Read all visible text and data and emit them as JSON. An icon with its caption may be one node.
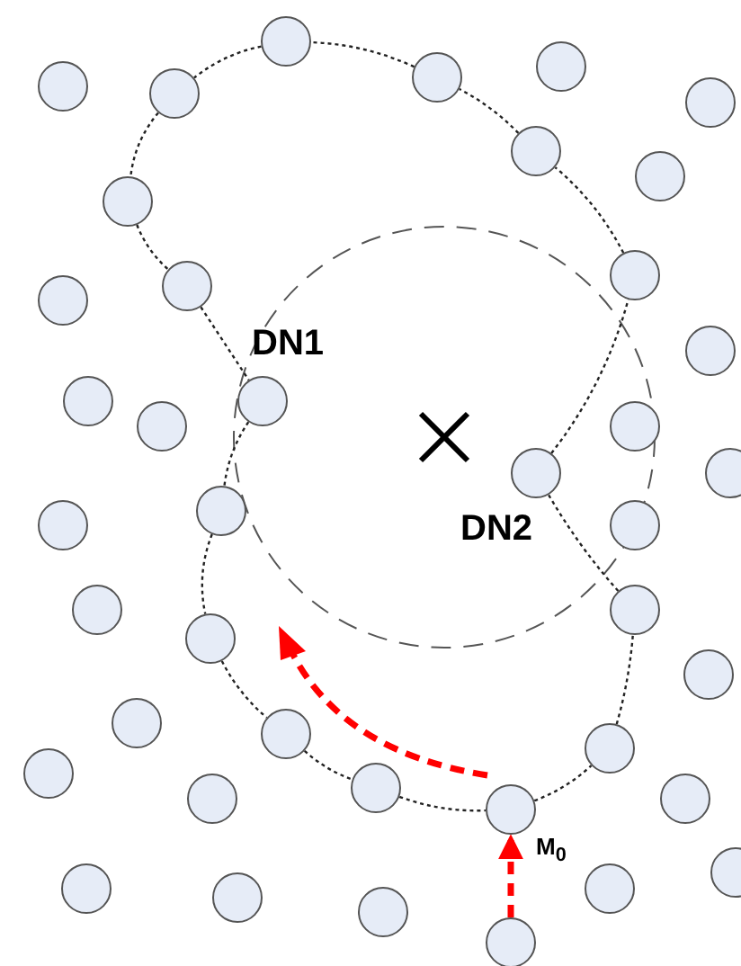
{
  "diagram": {
    "nodes": [
      {
        "text": [],
        "shape": "circle"
      },
      {
        "text": [],
        "shape": "circle"
      },
      {
        "text": [],
        "shape": "circle"
      },
      {
        "text": [],
        "shape": "circle"
      },
      {
        "text": [],
        "shape": "circle"
      },
      {
        "text": [],
        "shape": "circle"
      },
      {
        "text": [],
        "shape": "circle"
      },
      {
        "text": [],
        "shape": "circle"
      },
      {
        "text": [],
        "shape": "circle"
      },
      {
        "text": [],
        "shape": "circle"
      },
      {
        "text": [],
        "shape": "circle"
      },
      {
        "text": [],
        "shape": "circle"
      },
      {
        "text": [],
        "shape": "circle"
      },
      {
        "text": [],
        "shape": "circle"
      },
      {
        "text": [],
        "shape": "circle",
        "beside": [
          "DN1"
        ]
      },
      {
        "text": [],
        "shape": "circle"
      },
      {
        "text": [],
        "shape": "circle"
      },
      {
        "text": [],
        "shape": "circle",
        "beside": [
          "DN2"
        ]
      },
      {
        "text": [],
        "shape": "circle"
      },
      {
        "text": [],
        "shape": "circle"
      },
      {
        "text": [],
        "shape": "circle"
      },
      {
        "text": [],
        "shape": "circle"
      },
      {
        "text": [],
        "shape": "circle"
      },
      {
        "text": [],
        "shape": "circle"
      },
      {
        "text": [],
        "shape": "circle"
      },
      {
        "text": [],
        "shape": "circle"
      },
      {
        "text": [],
        "shape": "circle"
      },
      {
        "text": [],
        "shape": "circle"
      },
      {
        "text": [],
        "shape": "circle"
      },
      {
        "text": [],
        "shape": "circle"
      },
      {
        "text": [],
        "shape": "circle"
      },
      {
        "text": [],
        "shape": "circle"
      },
      {
        "text": [],
        "shape": "circle"
      },
      {
        "text": [],
        "shape": "circle",
        "beside": [
          "M$_{0}$"
        ]
      },
      {
        "text": [],
        "shape": "circle"
      },
      {
        "text": [],
        "shape": "circle"
      },
      {
        "text": [],
        "shape": "circle"
      },
      {
        "text": [],
        "shape": "circle"
      },
      {
        "text": [],
        "shape": "circle"
      },
      {
        "text": [],
        "shape": "circle"
      }
    ],
    "edges": [
      {
        "from": 0,
        "to": 4,
        "arrow": "none"
      },
      {
        "from": 4,
        "to": 8,
        "arrow": "none"
      },
      {
        "from": 8,
        "to": 10,
        "arrow": "none"
      },
      {
        "from": 10,
        "to": 14,
        "arrow": "none"
      },
      {
        "from": 14,
        "to": 19,
        "arrow": "none"
      },
      {
        "from": 19,
        "to": 24,
        "arrow": "none"
      },
      {
        "from": 24,
        "to": 27,
        "arrow": "none"
      },
      {
        "from": 27,
        "to": 30,
        "arrow": "none"
      },
      {
        "from": 30,
        "to": 33,
        "arrow": "none"
      },
      {
        "from": 33,
        "to": 28,
        "arrow": "none"
      },
      {
        "from": 28,
        "to": 23,
        "arrow": "none"
      },
      {
        "from": 23,
        "to": 17,
        "arrow": "none"
      },
      {
        "from": 17,
        "to": 9,
        "arrow": "none"
      },
      {
        "from": 9,
        "to": 6,
        "arrow": "none"
      },
      {
        "from": 6,
        "to": 2,
        "arrow": "none"
      },
      {
        "from": 2,
        "to": 0,
        "arrow": "none"
      },
      {
        "from": 39,
        "to": 33,
        "arrow": "to",
        "style": "dashed",
        "color": "#ff0000"
      }
    ]
  }
}
